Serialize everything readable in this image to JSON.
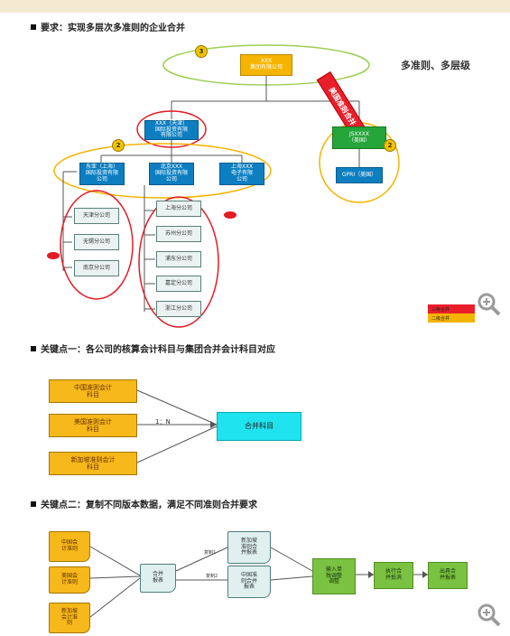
{
  "headings": {
    "h1": "要求：实现多层次多准则的企业合并",
    "h2": "关键点一：各公司的核算会计科目与集团合并会计科目对应",
    "h3": "关键点二：复制不同版本数据，满足不同准则合并要求"
  },
  "diagram1": {
    "note": "多准则、多层级",
    "stamp": "美国准则合并",
    "root": "XXX\n集团有限公司",
    "mid_left": "XXX（天津）\n国际投资有限\n有限公司",
    "mid_right": "JSXXXX\n（美国）",
    "level3": [
      "东亚（上海）\n国际投资有限\n公司",
      "北京XXX\n国际投资有限\n公司",
      "上海XXX\n电子有限\n公司"
    ],
    "us_child": "GPRI（美国）",
    "left_branches": [
      "天津分公司",
      "无锡分公司",
      "南京分公司"
    ],
    "center_branches": [
      "上海分公司",
      "苏州分公司",
      "浦东分公司",
      "嘉定分公司",
      "浙江分公司"
    ],
    "badges": [
      "3",
      "2",
      "2"
    ],
    "legend": [
      "三级合并",
      "二级合并"
    ]
  },
  "diagram2": {
    "sources": [
      "中国准则会计\n科目",
      "美国准则会计\n科目",
      "新加坡准则会计\n科目"
    ],
    "ratio": "1：N",
    "target": "合并科目"
  },
  "diagram3": {
    "sources": [
      "中国会\n计准则",
      "美国会\n计准则",
      "新加坡\n会计准\n则"
    ],
    "merge": "合并\n报表",
    "copy1": "复制1",
    "copy2": "复制2",
    "branch_top": "新加坡\n准则合\n并报表",
    "branch_bottom": "中国准\n则合并\n报表",
    "step1": "输入单\n独调整\n调整",
    "step2": "执行合\n并抵消",
    "step3": "出具合\n并报表"
  },
  "colors": {
    "gold": "#f5b400",
    "blue": "#0d7fc1",
    "green": "#26a53a",
    "cyan": "#1fe3ee",
    "red": "#e31b23"
  },
  "icons": [
    "zoom-in-icon",
    "zoom-in-icon"
  ]
}
